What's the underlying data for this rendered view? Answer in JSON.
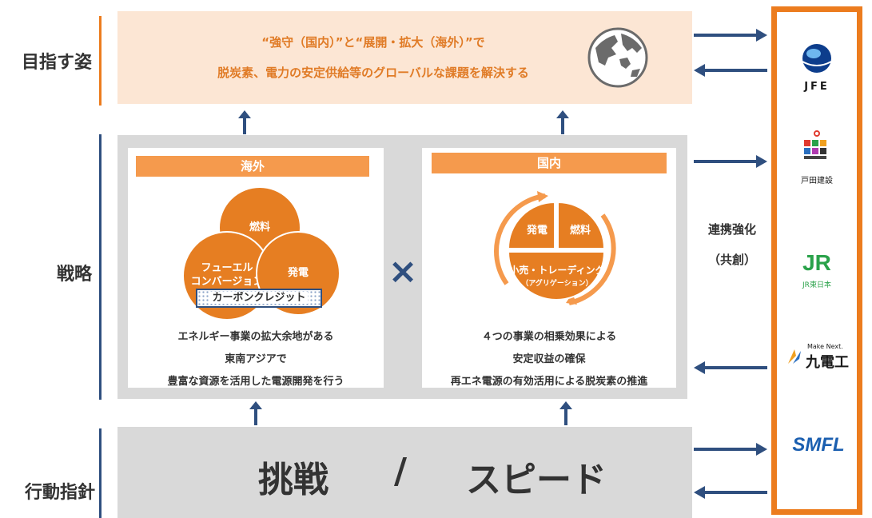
{
  "labels": {
    "vision": "目指す姿",
    "strategy": "戦略",
    "action": "行動指針"
  },
  "vision": {
    "line1": "“強守（国内）”と“展開・拡大（海外）”で",
    "line2": "脱炭素、電力の安定供給等のグローバルな課題を解決する",
    "icon": "globe-icon"
  },
  "overseas": {
    "header": "海外",
    "circle_fuel": "燃料",
    "circle_fuel_conversion": "フューエル\nコンバージョン",
    "circle_power": "発電",
    "carbon_credit": "カーボンクレジット",
    "desc1": "エネルギー事業の拡大余地がある",
    "desc2": "東南アジアで",
    "desc3": "豊富な資源を活用した電源開発を行う"
  },
  "times_sign": "×",
  "domestic": {
    "header": "国内",
    "seg_power": "発電",
    "seg_fuel": "燃料",
    "seg_retail": "小売・トレーディング",
    "seg_retail_sub": "（アグリゲーション）",
    "desc1": "４つの事業の相乗効果による",
    "desc2": "安定収益の確保",
    "desc3": "再エネ電源の有効活用による脱炭素の推進"
  },
  "collaboration": {
    "line1": "連携強化",
    "line2": "（共創）"
  },
  "action": {
    "text1": "挑戦",
    "slash": "/",
    "text2": "スピード"
  },
  "partners": [
    {
      "name": "JFE",
      "icon": "jfe-logo"
    },
    {
      "name": "戸田建設",
      "icon": "toda-logo"
    },
    {
      "name": "JR東日本",
      "icon": "jr-east-logo"
    },
    {
      "name": "九電工",
      "prefix": "Make Next.",
      "icon": "kyudenko-logo"
    },
    {
      "name": "SMFL",
      "icon": "smfl-logo"
    }
  ],
  "colors": {
    "orange": "#ec7c1e",
    "light_orange": "#fce6d4",
    "navy": "#2f4f7f",
    "gray": "#d9d9d9"
  }
}
